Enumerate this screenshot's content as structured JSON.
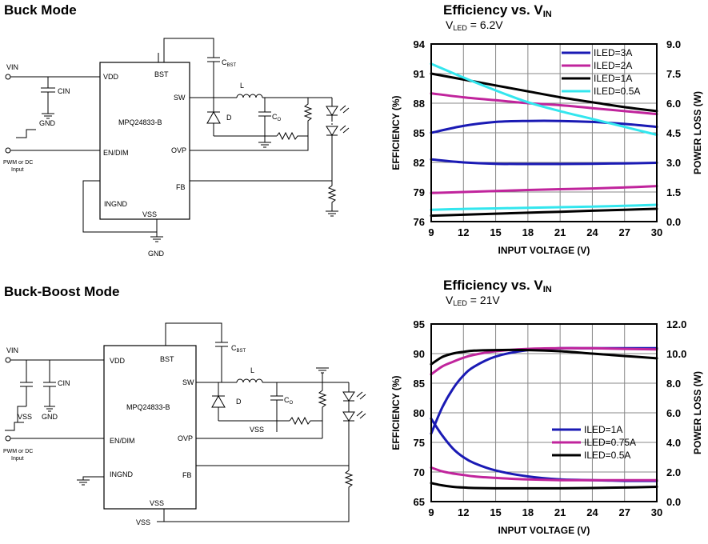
{
  "sections": [
    {
      "title": "Buck Mode",
      "ic": {
        "name": "MPQ24833-B",
        "pins": {
          "vdd": "VDD",
          "bst": "BST",
          "sw": "SW",
          "endim": "EN/DIM",
          "ovp": "OVP",
          "fb": "FB",
          "ingnd": "INGND",
          "vss": "VSS"
        }
      },
      "labels": {
        "vin": "VIN",
        "cin": "CIN",
        "gnd1": "GND",
        "pwm1": "PWM or DC",
        "pwm2": "Input",
        "cbst_main": "C",
        "cbst_sub": "BST",
        "l": "L",
        "d": "D",
        "co_main": "C",
        "co_sub": "O",
        "gnd2": "GND"
      }
    },
    {
      "title": "Buck-Boost Mode",
      "ic": {
        "name": "MPQ24833-B",
        "pins": {
          "vdd": "VDD",
          "bst": "BST",
          "sw": "SW",
          "endim": "EN/DIM",
          "ovp": "OVP",
          "fb": "FB",
          "ingnd": "INGND",
          "vss": "VSS"
        }
      },
      "labels": {
        "vin": "VIN",
        "cin": "CIN",
        "gnd1": "GND",
        "vss1": "VSS",
        "pwm1": "PWM or DC",
        "pwm2": "Input",
        "cbst_main": "C",
        "cbst_sub": "BST",
        "l": "L",
        "d": "D",
        "co_main": "C",
        "co_sub": "O",
        "vss2": "VSS",
        "vss3": "VSS"
      }
    }
  ],
  "chart_data": [
    {
      "type": "line",
      "title": "Efficiency vs. V",
      "title_sub": "IN",
      "subtitle_main": "V",
      "subtitle_sub": "LED",
      "subtitle_rest": " = 6.2V",
      "xlabel": "INPUT VOLTAGE  (V)",
      "ylabel": "EFFICIENCY  (%)",
      "y2label": "POWER LOSS (W)",
      "xlim": [
        9,
        30
      ],
      "ylim": [
        76,
        94
      ],
      "y2lim": [
        0,
        9
      ],
      "xticks": [
        "9",
        "12",
        "15",
        "18",
        "21",
        "24",
        "27",
        "30"
      ],
      "yticks": [
        "76",
        "79",
        "82",
        "85",
        "88",
        "91",
        "94"
      ],
      "y2ticks": [
        "0.0",
        "1.5",
        "3.0",
        "4.5",
        "6.0",
        "7.5",
        "9.0"
      ],
      "grid": true,
      "legend": "top-right",
      "legend_entries": [
        {
          "label": "ILED=3A",
          "color": "#1a1ab4"
        },
        {
          "label": "ILED=2A",
          "color": "#c0249c"
        },
        {
          "label": "ILED=1A",
          "color": "#000000"
        },
        {
          "label": "ILED=0.5A",
          "color": "#33e6ee"
        }
      ],
      "series": [
        {
          "name": "ILED=3A",
          "color": "#1a1ab4",
          "axis": "left",
          "x": [
            9,
            12,
            15,
            18,
            21,
            24,
            27,
            30
          ],
          "y": [
            85.0,
            85.7,
            86.1,
            86.2,
            86.2,
            86.1,
            85.9,
            85.6
          ]
        },
        {
          "name": "ILED=2A",
          "color": "#c0249c",
          "axis": "left",
          "x": [
            9,
            12,
            15,
            18,
            21,
            24,
            27,
            30
          ],
          "y": [
            89.0,
            88.6,
            88.3,
            88.0,
            87.8,
            87.5,
            87.2,
            86.9
          ]
        },
        {
          "name": "ILED=1A",
          "color": "#000000",
          "axis": "left",
          "x": [
            9,
            12,
            15,
            18,
            21,
            24,
            27,
            30
          ],
          "y": [
            91.0,
            90.4,
            89.8,
            89.2,
            88.6,
            88.1,
            87.6,
            87.2
          ]
        },
        {
          "name": "ILED=0.5A",
          "color": "#33e6ee",
          "axis": "left",
          "x": [
            9,
            12,
            15,
            18,
            21,
            24,
            27,
            30
          ],
          "y": [
            92.0,
            90.6,
            89.3,
            88.1,
            87.2,
            86.4,
            85.6,
            84.8
          ]
        },
        {
          "name": "ILED=3A",
          "color": "#1a1ab4",
          "axis": "right",
          "x": [
            9,
            12,
            15,
            18,
            21,
            24,
            27,
            30
          ],
          "y": [
            3.15,
            3.0,
            2.93,
            2.92,
            2.92,
            2.93,
            2.95,
            2.98
          ]
        },
        {
          "name": "ILED=2A",
          "color": "#c0249c",
          "axis": "right",
          "x": [
            9,
            12,
            15,
            18,
            21,
            24,
            27,
            30
          ],
          "y": [
            1.45,
            1.5,
            1.55,
            1.6,
            1.64,
            1.68,
            1.73,
            1.8
          ]
        },
        {
          "name": "ILED=1A",
          "color": "#000000",
          "axis": "right",
          "x": [
            9,
            12,
            15,
            18,
            21,
            24,
            27,
            30
          ],
          "y": [
            0.3,
            0.35,
            0.4,
            0.45,
            0.5,
            0.55,
            0.6,
            0.65
          ]
        },
        {
          "name": "ILED=0.5A",
          "color": "#33e6ee",
          "axis": "right",
          "x": [
            9,
            12,
            15,
            18,
            21,
            24,
            27,
            30
          ],
          "y": [
            0.6,
            0.64,
            0.67,
            0.7,
            0.73,
            0.76,
            0.8,
            0.85
          ]
        }
      ]
    },
    {
      "type": "line",
      "title": "Efficiency vs. V",
      "title_sub": "IN",
      "subtitle_main": "V",
      "subtitle_sub": "LED",
      "subtitle_rest": " = 21V",
      "xlabel": "INPUT VOLTAGE  (V)",
      "ylabel": "EFFICIENCY  (%)",
      "y2label": "POWER LOSS (W)",
      "xlim": [
        9,
        30
      ],
      "ylim": [
        65,
        95
      ],
      "y2lim": [
        0,
        12
      ],
      "xticks": [
        "9",
        "12",
        "15",
        "18",
        "21",
        "24",
        "27",
        "30"
      ],
      "yticks": [
        "65",
        "70",
        "75",
        "80",
        "85",
        "90",
        "95"
      ],
      "y2ticks": [
        "0.0",
        "2.0",
        "4.0",
        "6.0",
        "8.0",
        "10.0",
        "12.0"
      ],
      "grid": true,
      "legend": "bottom-right",
      "legend_entries": [
        {
          "label": "ILED=1A",
          "color": "#1a1ab4"
        },
        {
          "label": "ILED=0.75A",
          "color": "#c0249c"
        },
        {
          "label": "ILED=0.5A",
          "color": "#000000"
        }
      ],
      "series": [
        {
          "name": "ILED=1A",
          "color": "#1a1ab4",
          "axis": "left",
          "x": [
            9,
            10,
            11,
            12,
            13,
            15,
            18,
            21,
            24,
            27,
            30
          ],
          "y": [
            76.5,
            80.8,
            84.0,
            86.3,
            87.8,
            89.5,
            90.6,
            90.9,
            90.9,
            90.9,
            90.9
          ]
        },
        {
          "name": "ILED=0.75A",
          "color": "#c0249c",
          "axis": "left",
          "x": [
            9,
            10,
            11,
            12,
            13,
            15,
            18,
            21,
            24,
            27,
            30
          ],
          "y": [
            86.5,
            87.8,
            88.6,
            89.3,
            89.8,
            90.4,
            90.8,
            90.9,
            90.9,
            90.8,
            90.7
          ]
        },
        {
          "name": "ILED=0.5A",
          "color": "#000000",
          "axis": "left",
          "x": [
            9,
            10,
            11,
            12,
            13,
            15,
            18,
            21,
            24,
            27,
            30
          ],
          "y": [
            88.2,
            89.4,
            90.0,
            90.3,
            90.5,
            90.6,
            90.6,
            90.4,
            90.0,
            89.6,
            89.2
          ]
        },
        {
          "name": "ILED=1A",
          "color": "#1a1ab4",
          "axis": "right",
          "x": [
            9,
            10,
            11,
            12,
            13,
            15,
            18,
            21,
            24,
            27,
            30
          ],
          "y": [
            5.6,
            4.5,
            3.6,
            3.0,
            2.6,
            2.1,
            1.7,
            1.5,
            1.45,
            1.4,
            1.4
          ]
        },
        {
          "name": "ILED=0.75A",
          "color": "#c0249c",
          "axis": "right",
          "x": [
            9,
            10,
            11,
            12,
            13,
            15,
            18,
            21,
            24,
            27,
            30
          ],
          "y": [
            2.3,
            2.05,
            1.9,
            1.8,
            1.7,
            1.6,
            1.5,
            1.45,
            1.45,
            1.45,
            1.45
          ]
        },
        {
          "name": "ILED=0.5A",
          "color": "#000000",
          "axis": "right",
          "x": [
            9,
            10,
            11,
            12,
            13,
            15,
            18,
            21,
            24,
            27,
            30
          ],
          "y": [
            1.25,
            1.1,
            1.0,
            0.95,
            0.92,
            0.9,
            0.9,
            0.9,
            0.92,
            0.95,
            1.0
          ]
        }
      ]
    }
  ]
}
